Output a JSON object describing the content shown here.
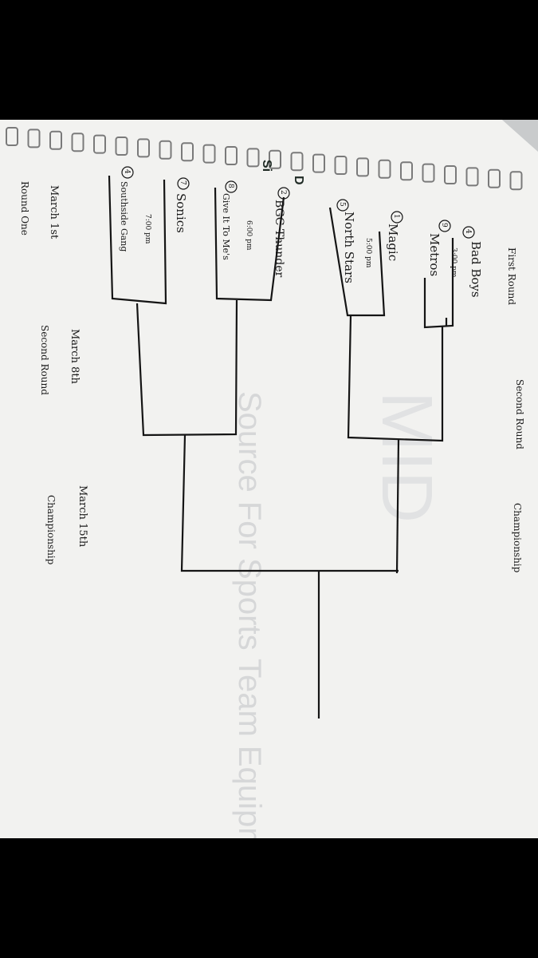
{
  "colors": {
    "background": "#000000",
    "paper": "#f1f1ef",
    "ink": "#151515",
    "ring": "#7a7a7a"
  },
  "header": {
    "first_round": "First Round",
    "second_round": "Second Round",
    "championship": "Championship"
  },
  "teams": [
    {
      "seed": "4",
      "name": "Bad Boys"
    },
    {
      "seed": "9",
      "name": "Metros"
    },
    {
      "seed": "1",
      "name": "Magic"
    },
    {
      "seed": "5",
      "name": "North Stars"
    },
    {
      "seed": "2",
      "name": "BGC Thunder"
    },
    {
      "seed": "8",
      "name": "Give It To Me's"
    },
    {
      "seed": "7",
      "name": "Sonics"
    },
    {
      "seed": "4",
      "name": "Southside Gang"
    }
  ],
  "game_times": [
    "3:00 pm",
    "5:00 pm",
    "6:00 pm",
    "7:00 pm"
  ],
  "dates": {
    "round_one_date": "March 1st",
    "round_one_label": "Round One",
    "round_two_date": "March 8th",
    "round_two_label": "Second Round",
    "final_date": "March 15th",
    "final_label": "Championship"
  },
  "printed_marks": {
    "letter_d": "D",
    "letters_si": "Si"
  },
  "background_print": {
    "watermark": "Source For Sports Team Equipment"
  }
}
